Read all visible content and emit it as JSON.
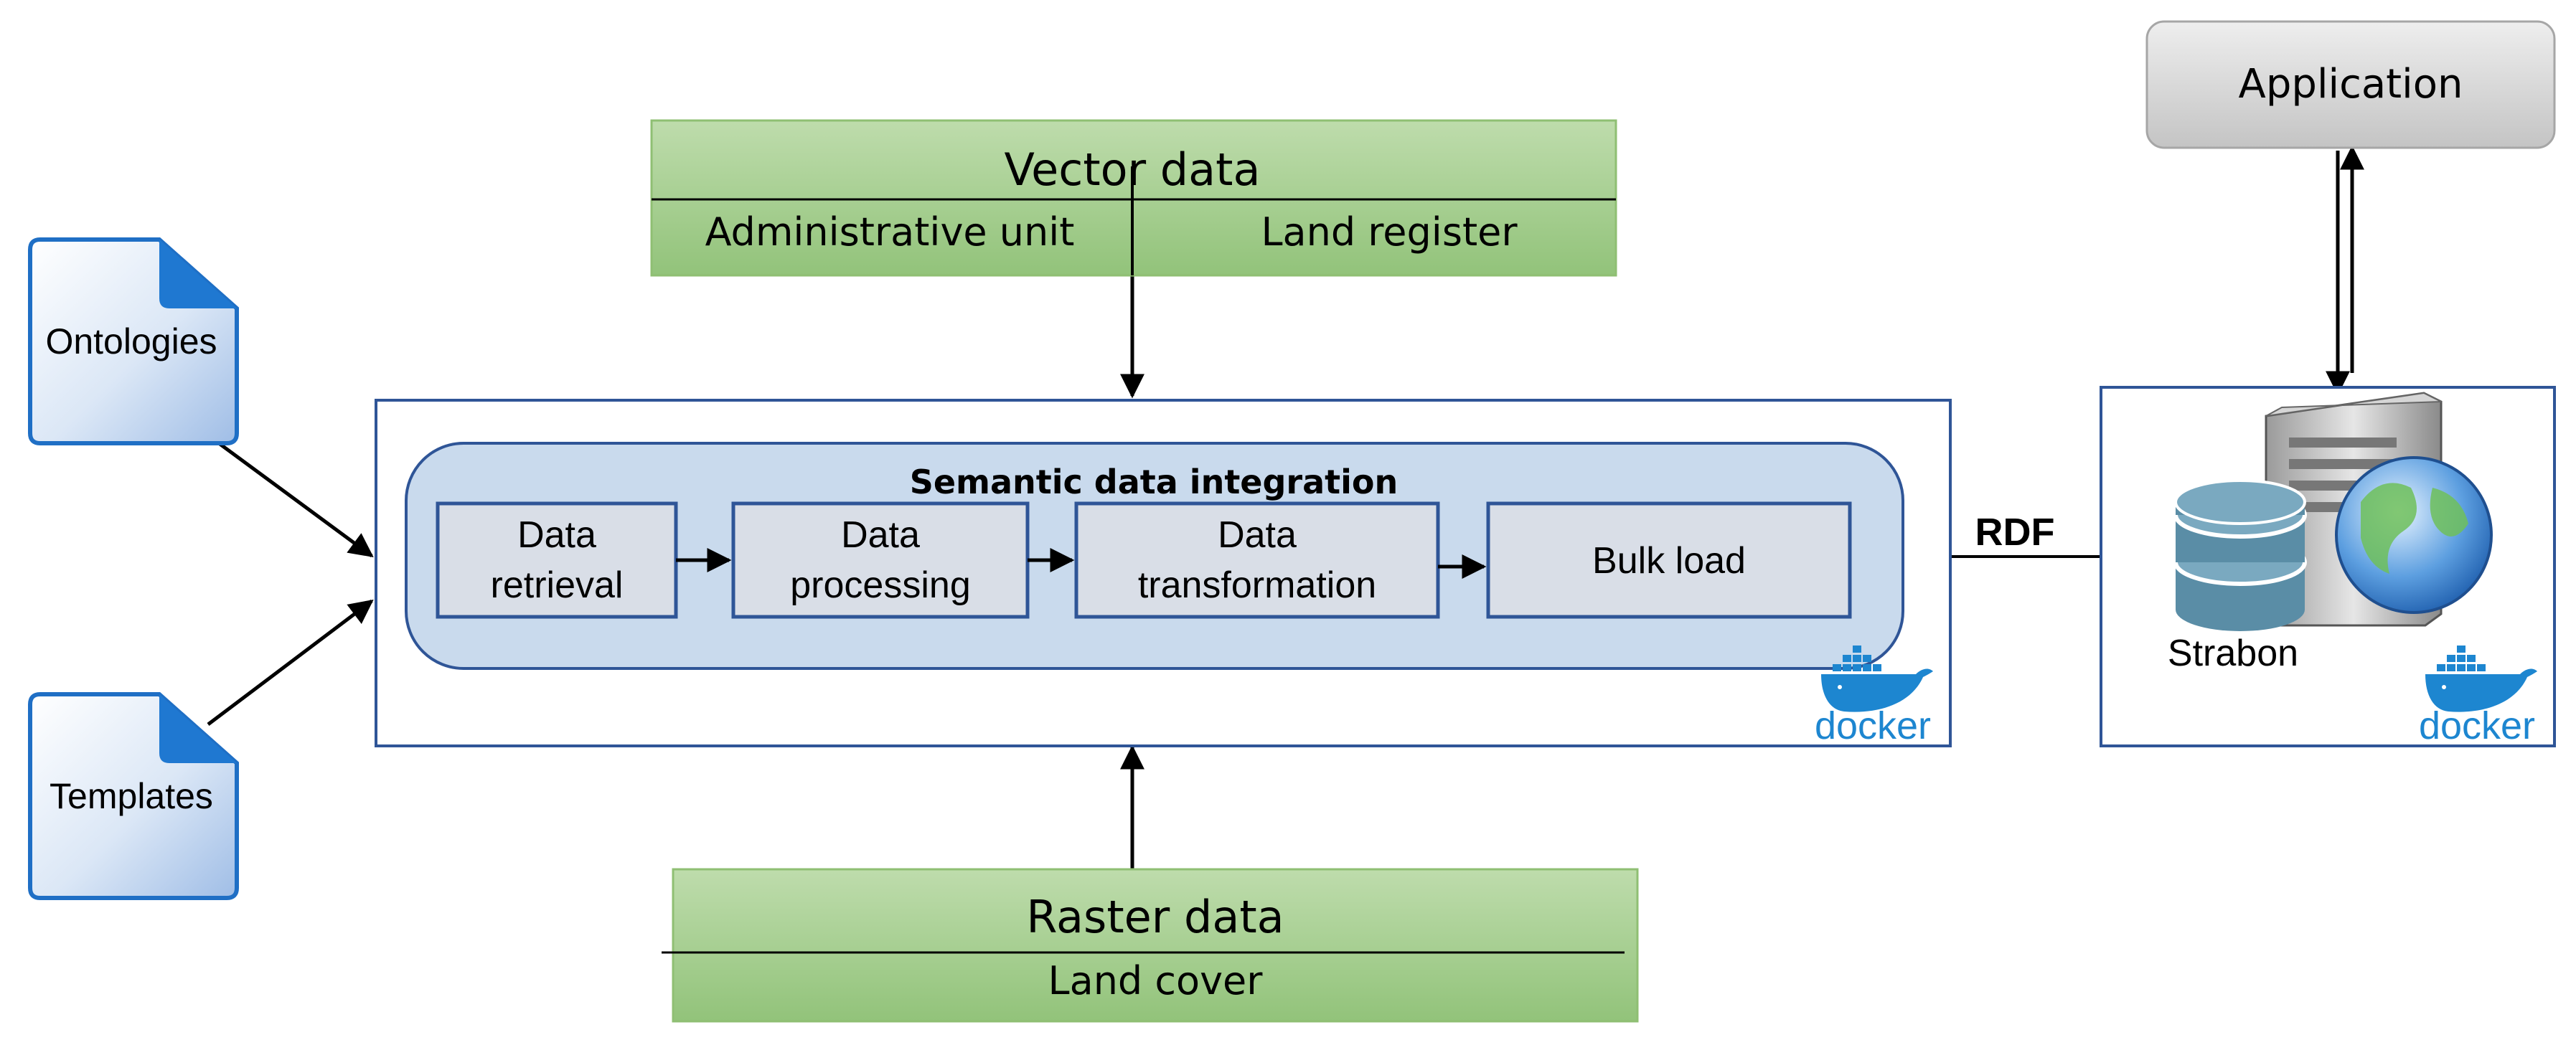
{
  "documents": [
    {
      "id": "ontologies",
      "label": "Ontologies"
    },
    {
      "id": "templates",
      "label": "Templates"
    }
  ],
  "vector_data": {
    "title": "Vector data",
    "items": [
      "Administrative unit",
      "Land register"
    ]
  },
  "raster_data": {
    "title": "Raster data",
    "items": [
      "Land cover"
    ]
  },
  "integration": {
    "title": "Semantic data integration",
    "steps": [
      {
        "line1": "Data",
        "line2": "retrieval"
      },
      {
        "line1": "Data",
        "line2": "processing"
      },
      {
        "line1": "Data",
        "line2": "transformation"
      },
      {
        "line1": "Bulk load",
        "line2": ""
      }
    ],
    "container_logo": "docker"
  },
  "connection": {
    "label": "RDF"
  },
  "store": {
    "label": "Strabon",
    "container_logo": "docker"
  },
  "application": {
    "label": "Application"
  },
  "icons": [
    "document-icon",
    "database-icon",
    "server-icon",
    "globe-icon",
    "docker-whale-icon"
  ],
  "colors": {
    "green_top": "#b9d9a6",
    "green_bottom": "#93c47d",
    "border_blue": "#2f5597",
    "panel_blue": "#c9d9ec",
    "step_fill": "#d8dde6",
    "docker_blue": "#1d86d0",
    "db_teal": "#5b8fa8"
  }
}
